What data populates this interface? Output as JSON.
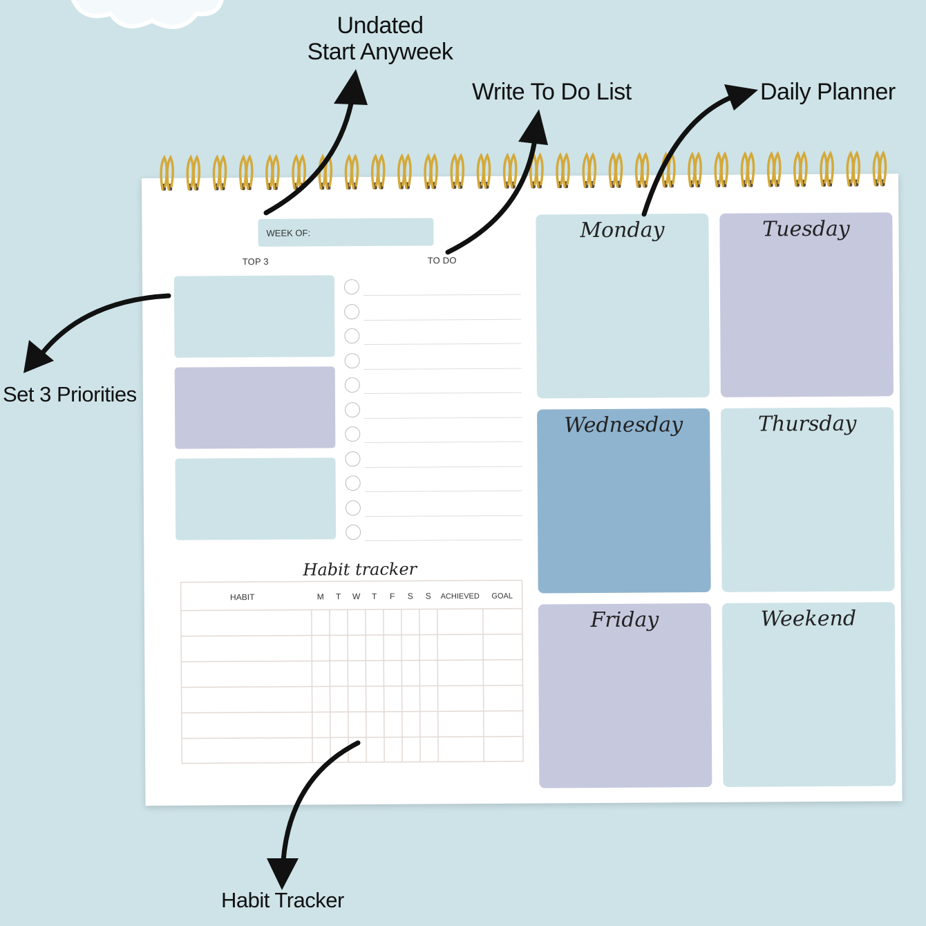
{
  "callouts": {
    "undated": [
      "Undated",
      "Start Anyweek"
    ],
    "todo": "Write To Do List",
    "daily": "Daily Planner",
    "priorities": "Set 3 Priorities",
    "habit": "Habit Tracker"
  },
  "planner": {
    "week_of": "WEEK OF:",
    "top3": "TOP 3",
    "todo": "TO DO",
    "days": [
      "Monday",
      "Tuesday",
      "Wednesday",
      "Thursday",
      "Friday",
      "Weekend"
    ],
    "habit_title": "Habit tracker",
    "habit_headers": [
      "HABIT",
      "M",
      "T",
      "W",
      "T",
      "F",
      "S",
      "S",
      "ACHIEVED",
      "GOAL"
    ]
  },
  "colors": {
    "background": "#cde3e8",
    "light_blue": "#cde3e8",
    "lavender": "#c6c8de",
    "steel_blue": "#8fb4d0",
    "wire_gold": "#d4a93a"
  }
}
